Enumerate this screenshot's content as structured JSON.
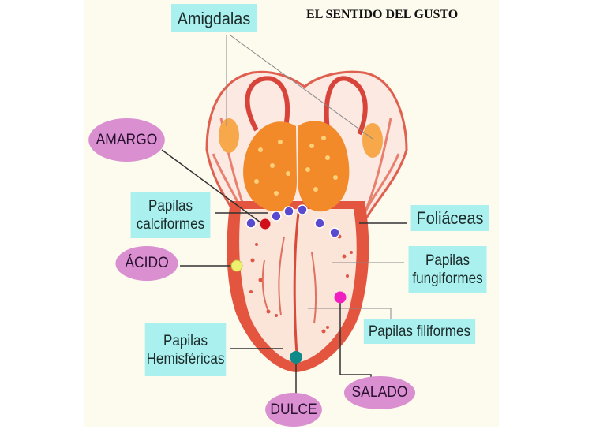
{
  "title": "EL SENTIDO DEL GUSTO",
  "labels": {
    "amigdalas": "Amigdalas",
    "papilas_calciformes": [
      "Papilas",
      "calciformes"
    ],
    "foliaceas": "Foliáceas",
    "papilas_fungiformes": [
      "Papilas",
      "fungiformes"
    ],
    "papilas_filiformes": "Papilas filiformes",
    "papilas_hemisfericas": [
      "Papilas",
      "Hemisféricas"
    ]
  },
  "tastes": {
    "amargo": "AMARGO",
    "acido": "ÁCIDO",
    "dulce": "DULCE",
    "salado": "SALADO"
  },
  "colors": {
    "label_box": "#a9f0ee",
    "taste_oval": "#d98fd0",
    "amargo_dot": "#d0101a",
    "acido_dot": "#eef070",
    "salado_dot": "#f020c0",
    "dulce_dot": "#108a88",
    "tongue": "#e4553f",
    "tonsil": "#f6a84a"
  }
}
